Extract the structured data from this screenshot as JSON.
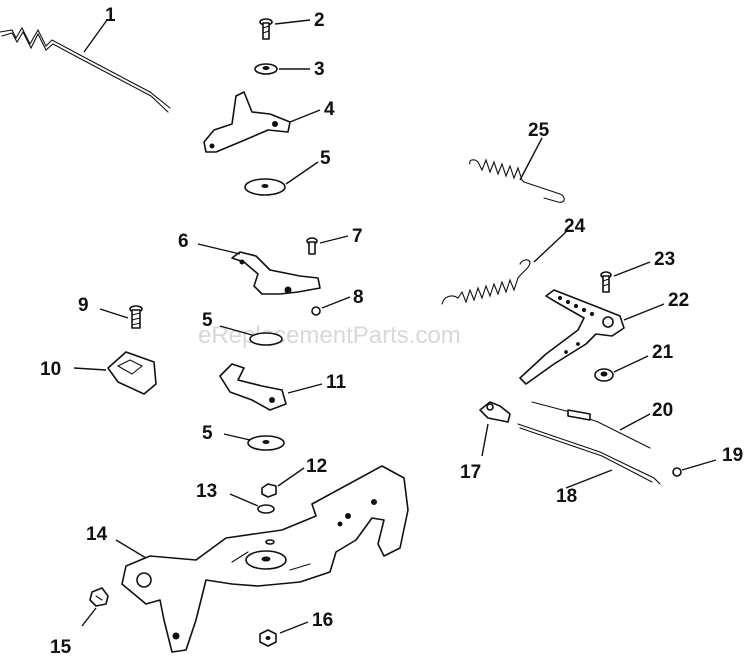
{
  "watermark": "eReplacementParts.com",
  "callouts": {
    "c1": "1",
    "c2": "2",
    "c3": "3",
    "c4": "4",
    "c5a": "5",
    "c5b": "5",
    "c5c": "5",
    "c6": "6",
    "c7": "7",
    "c8": "8",
    "c9": "9",
    "c10": "10",
    "c11": "11",
    "c12": "12",
    "c13": "13",
    "c14": "14",
    "c15": "15",
    "c16": "16",
    "c17": "17",
    "c18": "18",
    "c19": "19",
    "c20": "20",
    "c21": "21",
    "c22": "22",
    "c23": "23",
    "c24": "24",
    "c25": "25"
  }
}
